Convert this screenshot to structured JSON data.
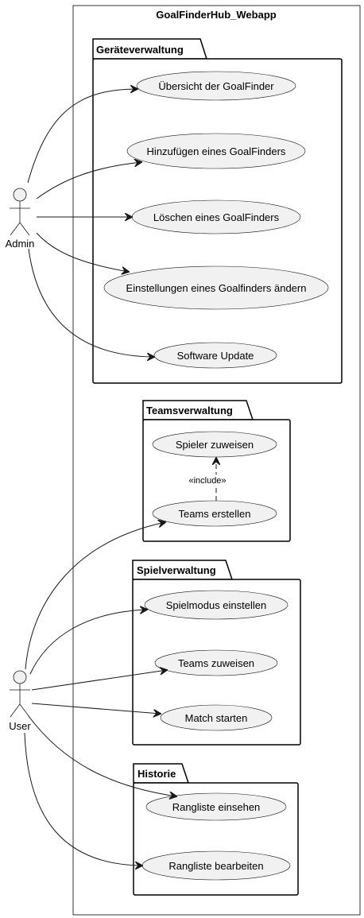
{
  "system": {
    "title": "GoalFinderHub_Webapp"
  },
  "packages": [
    {
      "title": "Geräteverwaltung"
    },
    {
      "title": "Teamsverwaltung"
    },
    {
      "title": "Spielverwaltung"
    },
    {
      "title": "Historie"
    }
  ],
  "actors": {
    "admin": "Admin",
    "user": "User"
  },
  "usecases": {
    "uebersicht": "Übersicht der GoalFinder",
    "hinzufuegen": "Hinzufügen eines GoalFinders",
    "loeschen": "Löschen eines GoalFinders",
    "einstellungen": "Einstellungen eines Goalfinders ändern",
    "update": "Software Update",
    "spieler_zuweisen": "Spieler zuweisen",
    "teams_erstellen": "Teams erstellen",
    "spielmodus": "Spielmodus einstellen",
    "teams_zuweisen": "Teams zuweisen",
    "match_starten": "Match starten",
    "rangliste_einsehen": "Rangliste einsehen",
    "rangliste_bearbeiten": "Rangliste bearbeiten"
  },
  "stereotypes": {
    "include": "«include»"
  }
}
